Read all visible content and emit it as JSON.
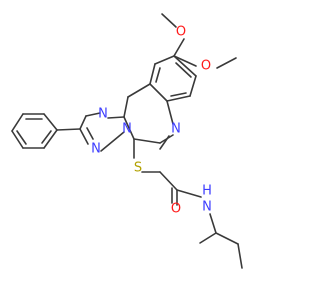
{
  "structure": {
    "name": "N-(butan-2-yl)-2-({8,9-dimethoxy-2-phenyl-[1,2,4]triazolo[1,5-c]quinazolin-5-yl}sulfanyl)acetamide",
    "colors": {
      "bond": "#3a3a3a",
      "nitrogen": "#3d3dff",
      "oxygen": "#ff1a1a",
      "sulfur": "#b2a100",
      "background": "#ffffff"
    },
    "labels": {
      "n_triazole_top": "N",
      "n_triazole_bottom": "N",
      "n_bridge": "N",
      "n_quinazoline": "N",
      "s_thioether": "S",
      "o_carbonyl": "O",
      "n_amide": "N",
      "h_amide": "H",
      "o_methoxy_top": "O",
      "o_methoxy_right": "O"
    }
  }
}
